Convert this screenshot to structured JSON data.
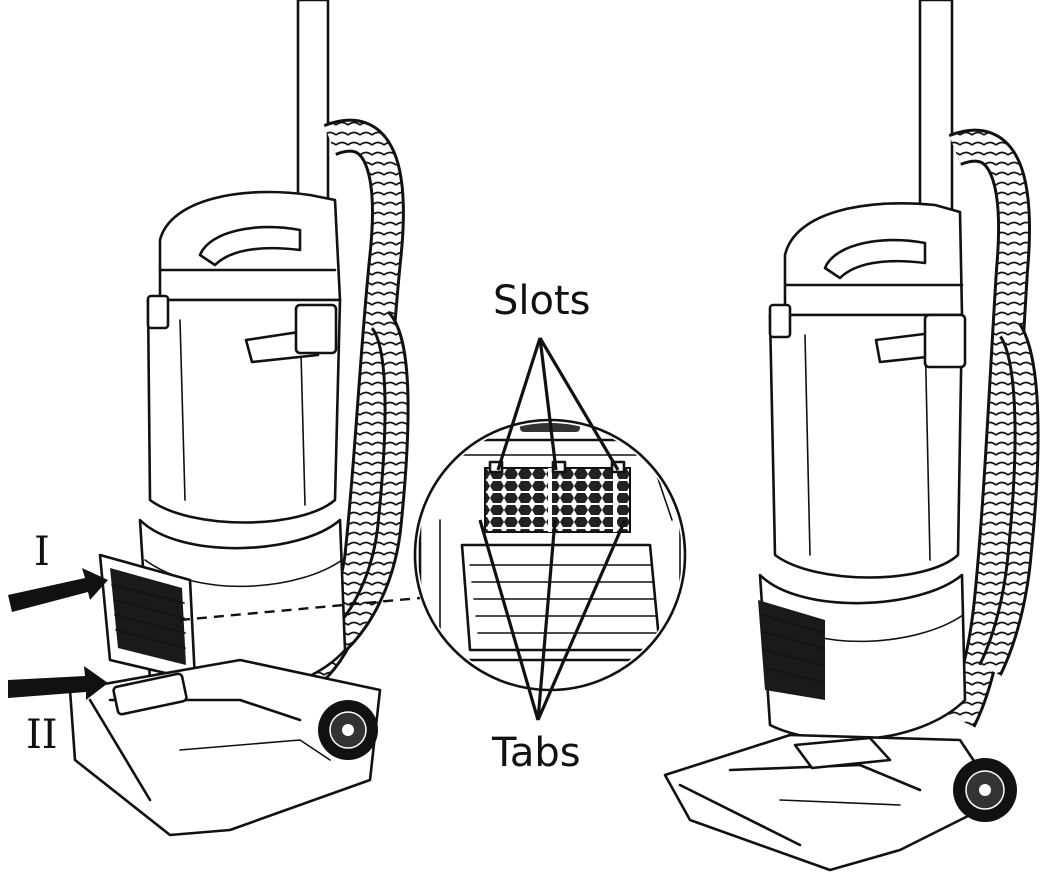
{
  "callouts": {
    "slots": "Slots",
    "tabs": "Tabs",
    "step_one": "I",
    "step_two": "II"
  },
  "colors": {
    "line": "#111111",
    "background": "#ffffff"
  }
}
